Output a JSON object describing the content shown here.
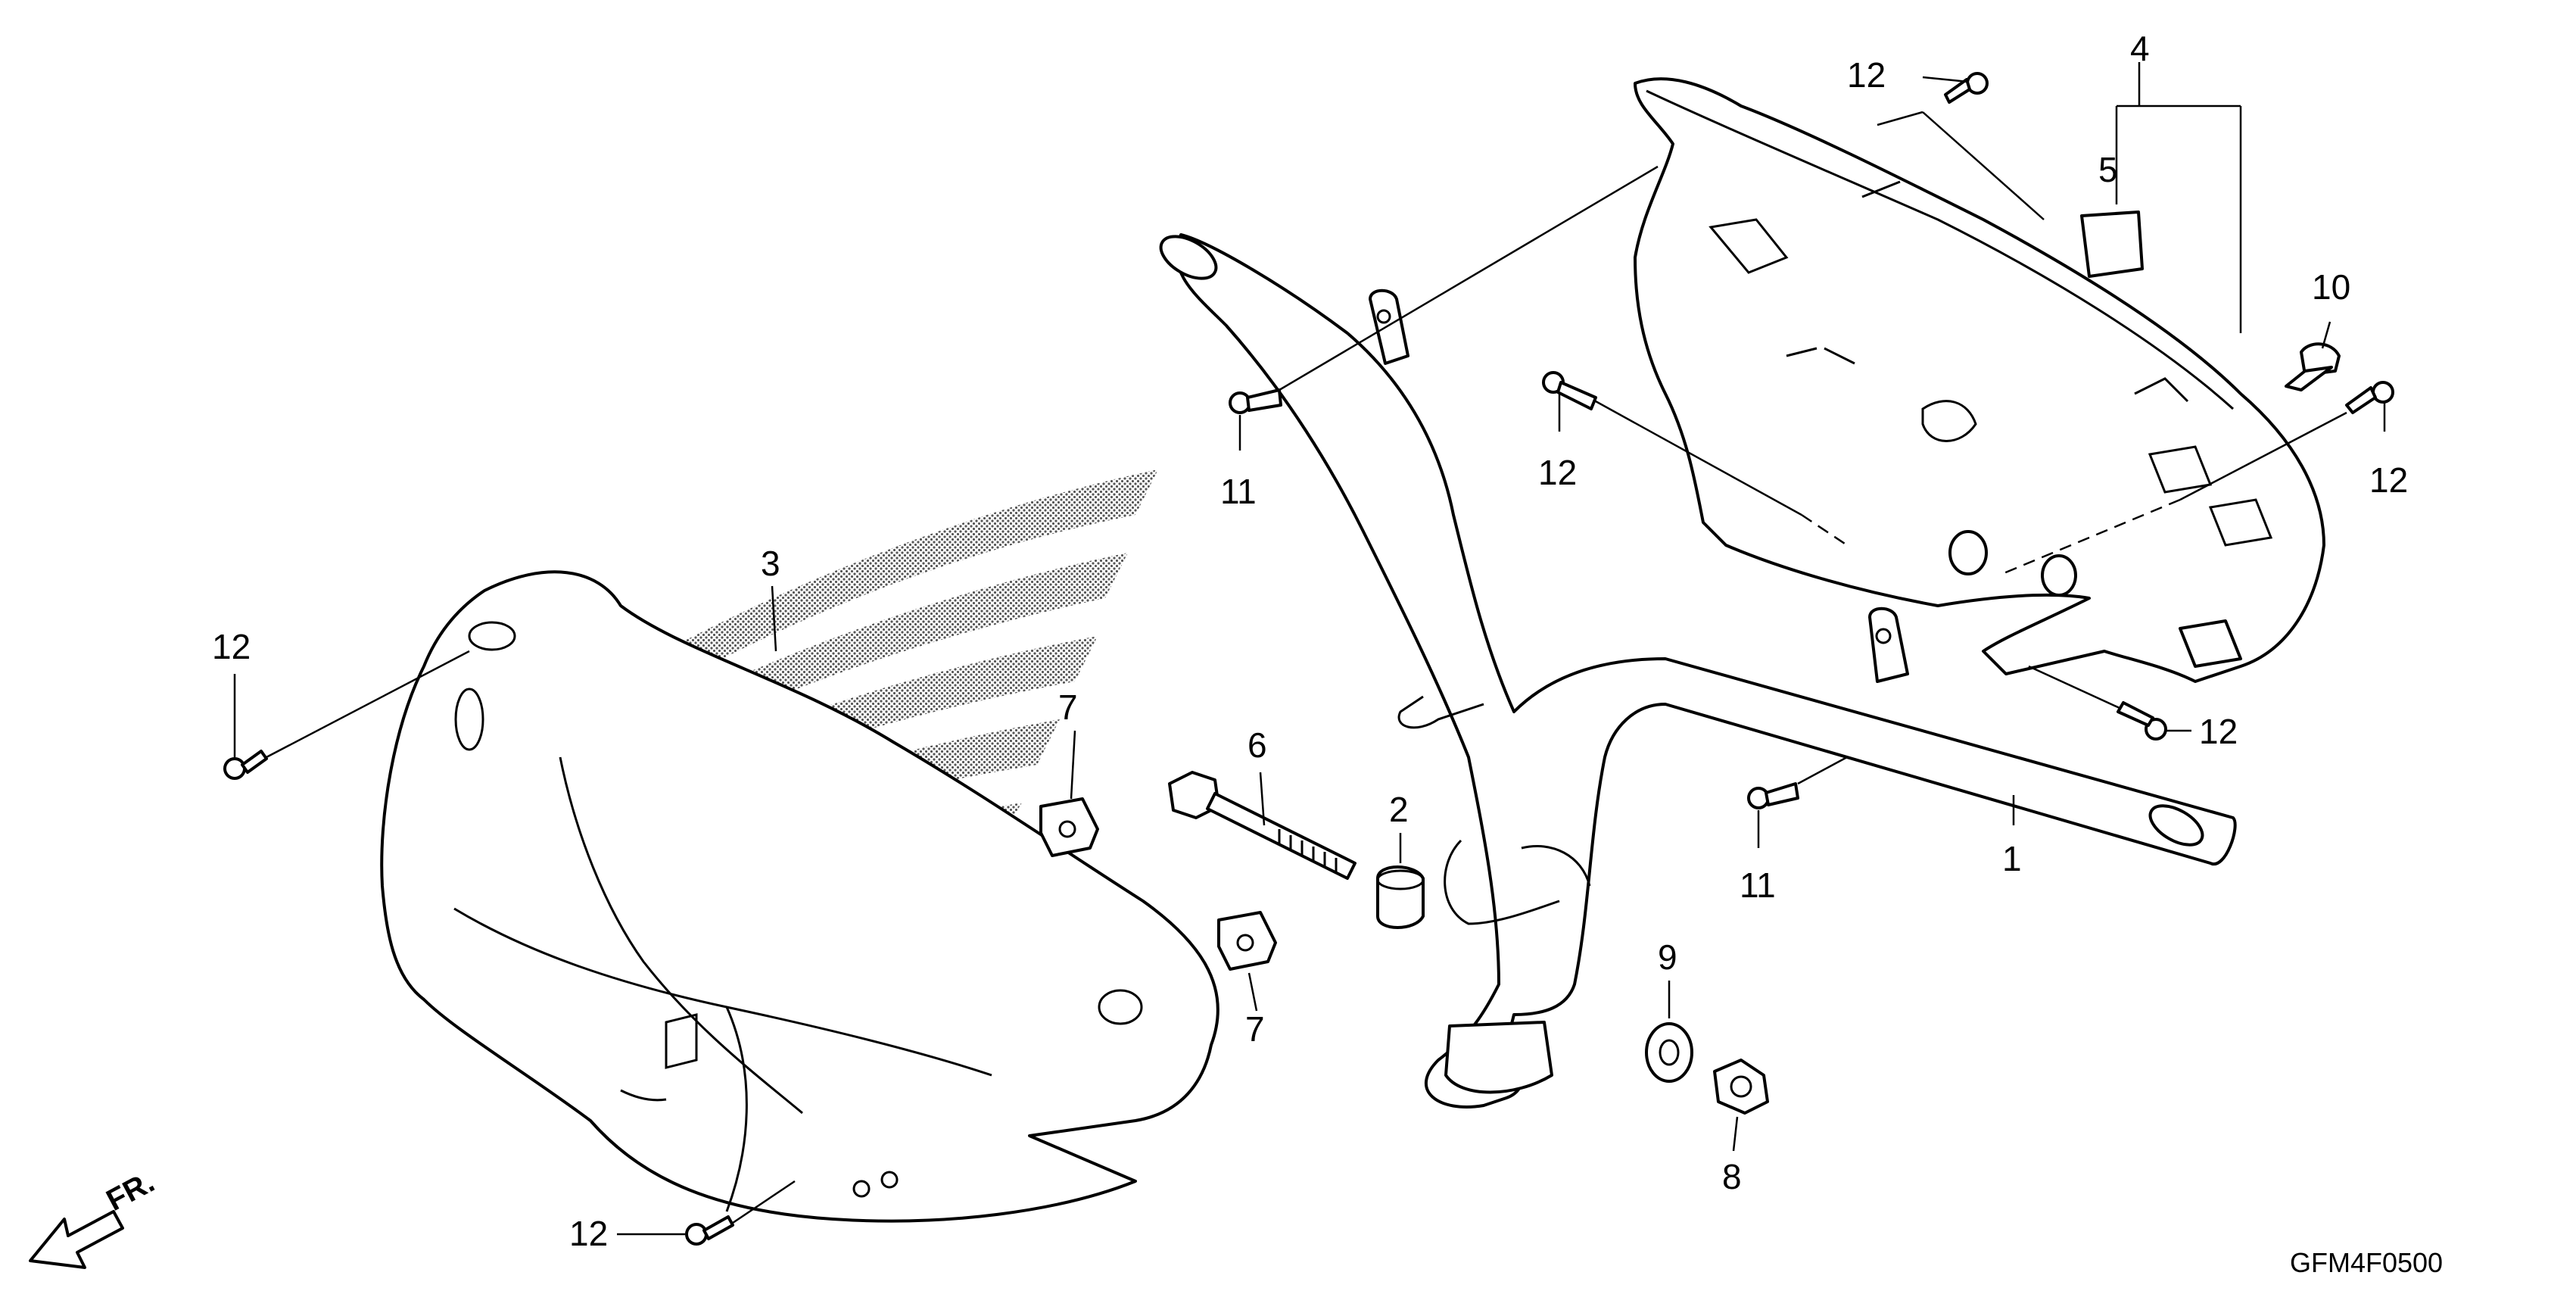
{
  "diagram": {
    "drawing_code": "GFM4F0500",
    "direction_label": "FR.",
    "parts": [
      {
        "ref": "1",
        "part": "handlebar-pipe"
      },
      {
        "ref": "2",
        "part": "collar"
      },
      {
        "ref": "3",
        "part": "front-handle-cover"
      },
      {
        "ref": "4",
        "part": "rear-handle-cover-assembly"
      },
      {
        "ref": "5",
        "part": "cover-plate"
      },
      {
        "ref": "6",
        "part": "bolt"
      },
      {
        "ref": "7",
        "part": "clip-nut"
      },
      {
        "ref": "8",
        "part": "nut"
      },
      {
        "ref": "9",
        "part": "washer"
      },
      {
        "ref": "10",
        "part": "special-screw"
      },
      {
        "ref": "11",
        "part": "tapping-screw"
      },
      {
        "ref": "12",
        "part": "tapping-screw"
      }
    ],
    "callouts": {
      "c1": "1",
      "c2": "2",
      "c3": "3",
      "c4": "4",
      "c5": "5",
      "c6": "6",
      "c7a": "7",
      "c7b": "7",
      "c8": "8",
      "c9": "9",
      "c10": "10",
      "c11a": "11",
      "c11b": "11",
      "c12a": "12",
      "c12b": "12",
      "c12c": "12",
      "c12d": "12",
      "c12e": "12",
      "c12f": "12"
    }
  }
}
